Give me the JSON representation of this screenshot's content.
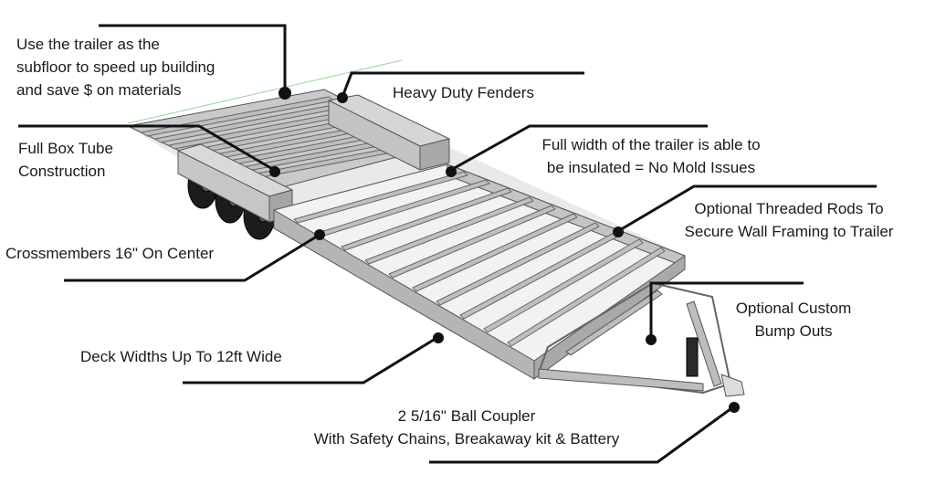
{
  "callouts": {
    "subfloor": [
      "Use the trailer as the",
      "subfloor to speed up building",
      "and save $ on materials"
    ],
    "fenders": [
      "Heavy Duty Fenders"
    ],
    "box_tube": [
      "Full Box Tube",
      "Construction"
    ],
    "insulated": [
      "Full width of the trailer is able to",
      "be insulated = No Mold Issues"
    ],
    "threaded_rods": [
      "Optional Threaded Rods To",
      "Secure Wall Framing to Trailer"
    ],
    "crossmembers": [
      "Crossmembers 16\" On Center"
    ],
    "bump_outs": [
      "Optional Custom",
      "Bump Outs"
    ],
    "deck_widths": [
      "Deck Widths Up To 12ft Wide"
    ],
    "coupler": [
      "2 5/16\" Ball Coupler",
      "With Safety Chains, Breakaway kit & Battery"
    ]
  },
  "colors": {
    "text": "#1a1a1a",
    "leader": "#111111",
    "frame": "#b7b7b7",
    "frame_dark": "#8e8e8e",
    "frame_shade": "#d9d9d9",
    "tire": "#1c1c1c"
  }
}
